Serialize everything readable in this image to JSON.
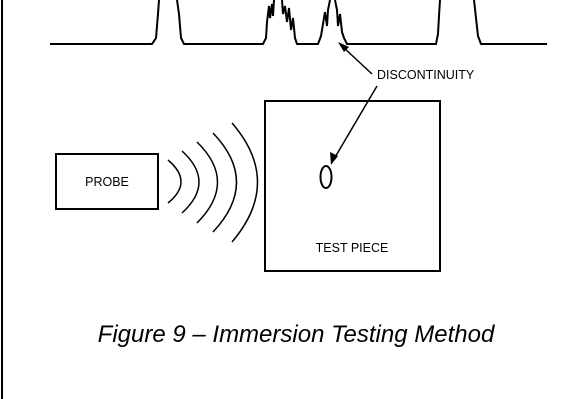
{
  "labels": {
    "discontinuity": "DISCONTINUITY",
    "probe": "PROBE",
    "test_piece": "TEST PIECE"
  },
  "caption": "Figure 9 – Immersion Testing Method",
  "colors": {
    "ink": "#000000",
    "background": "#ffffff"
  }
}
